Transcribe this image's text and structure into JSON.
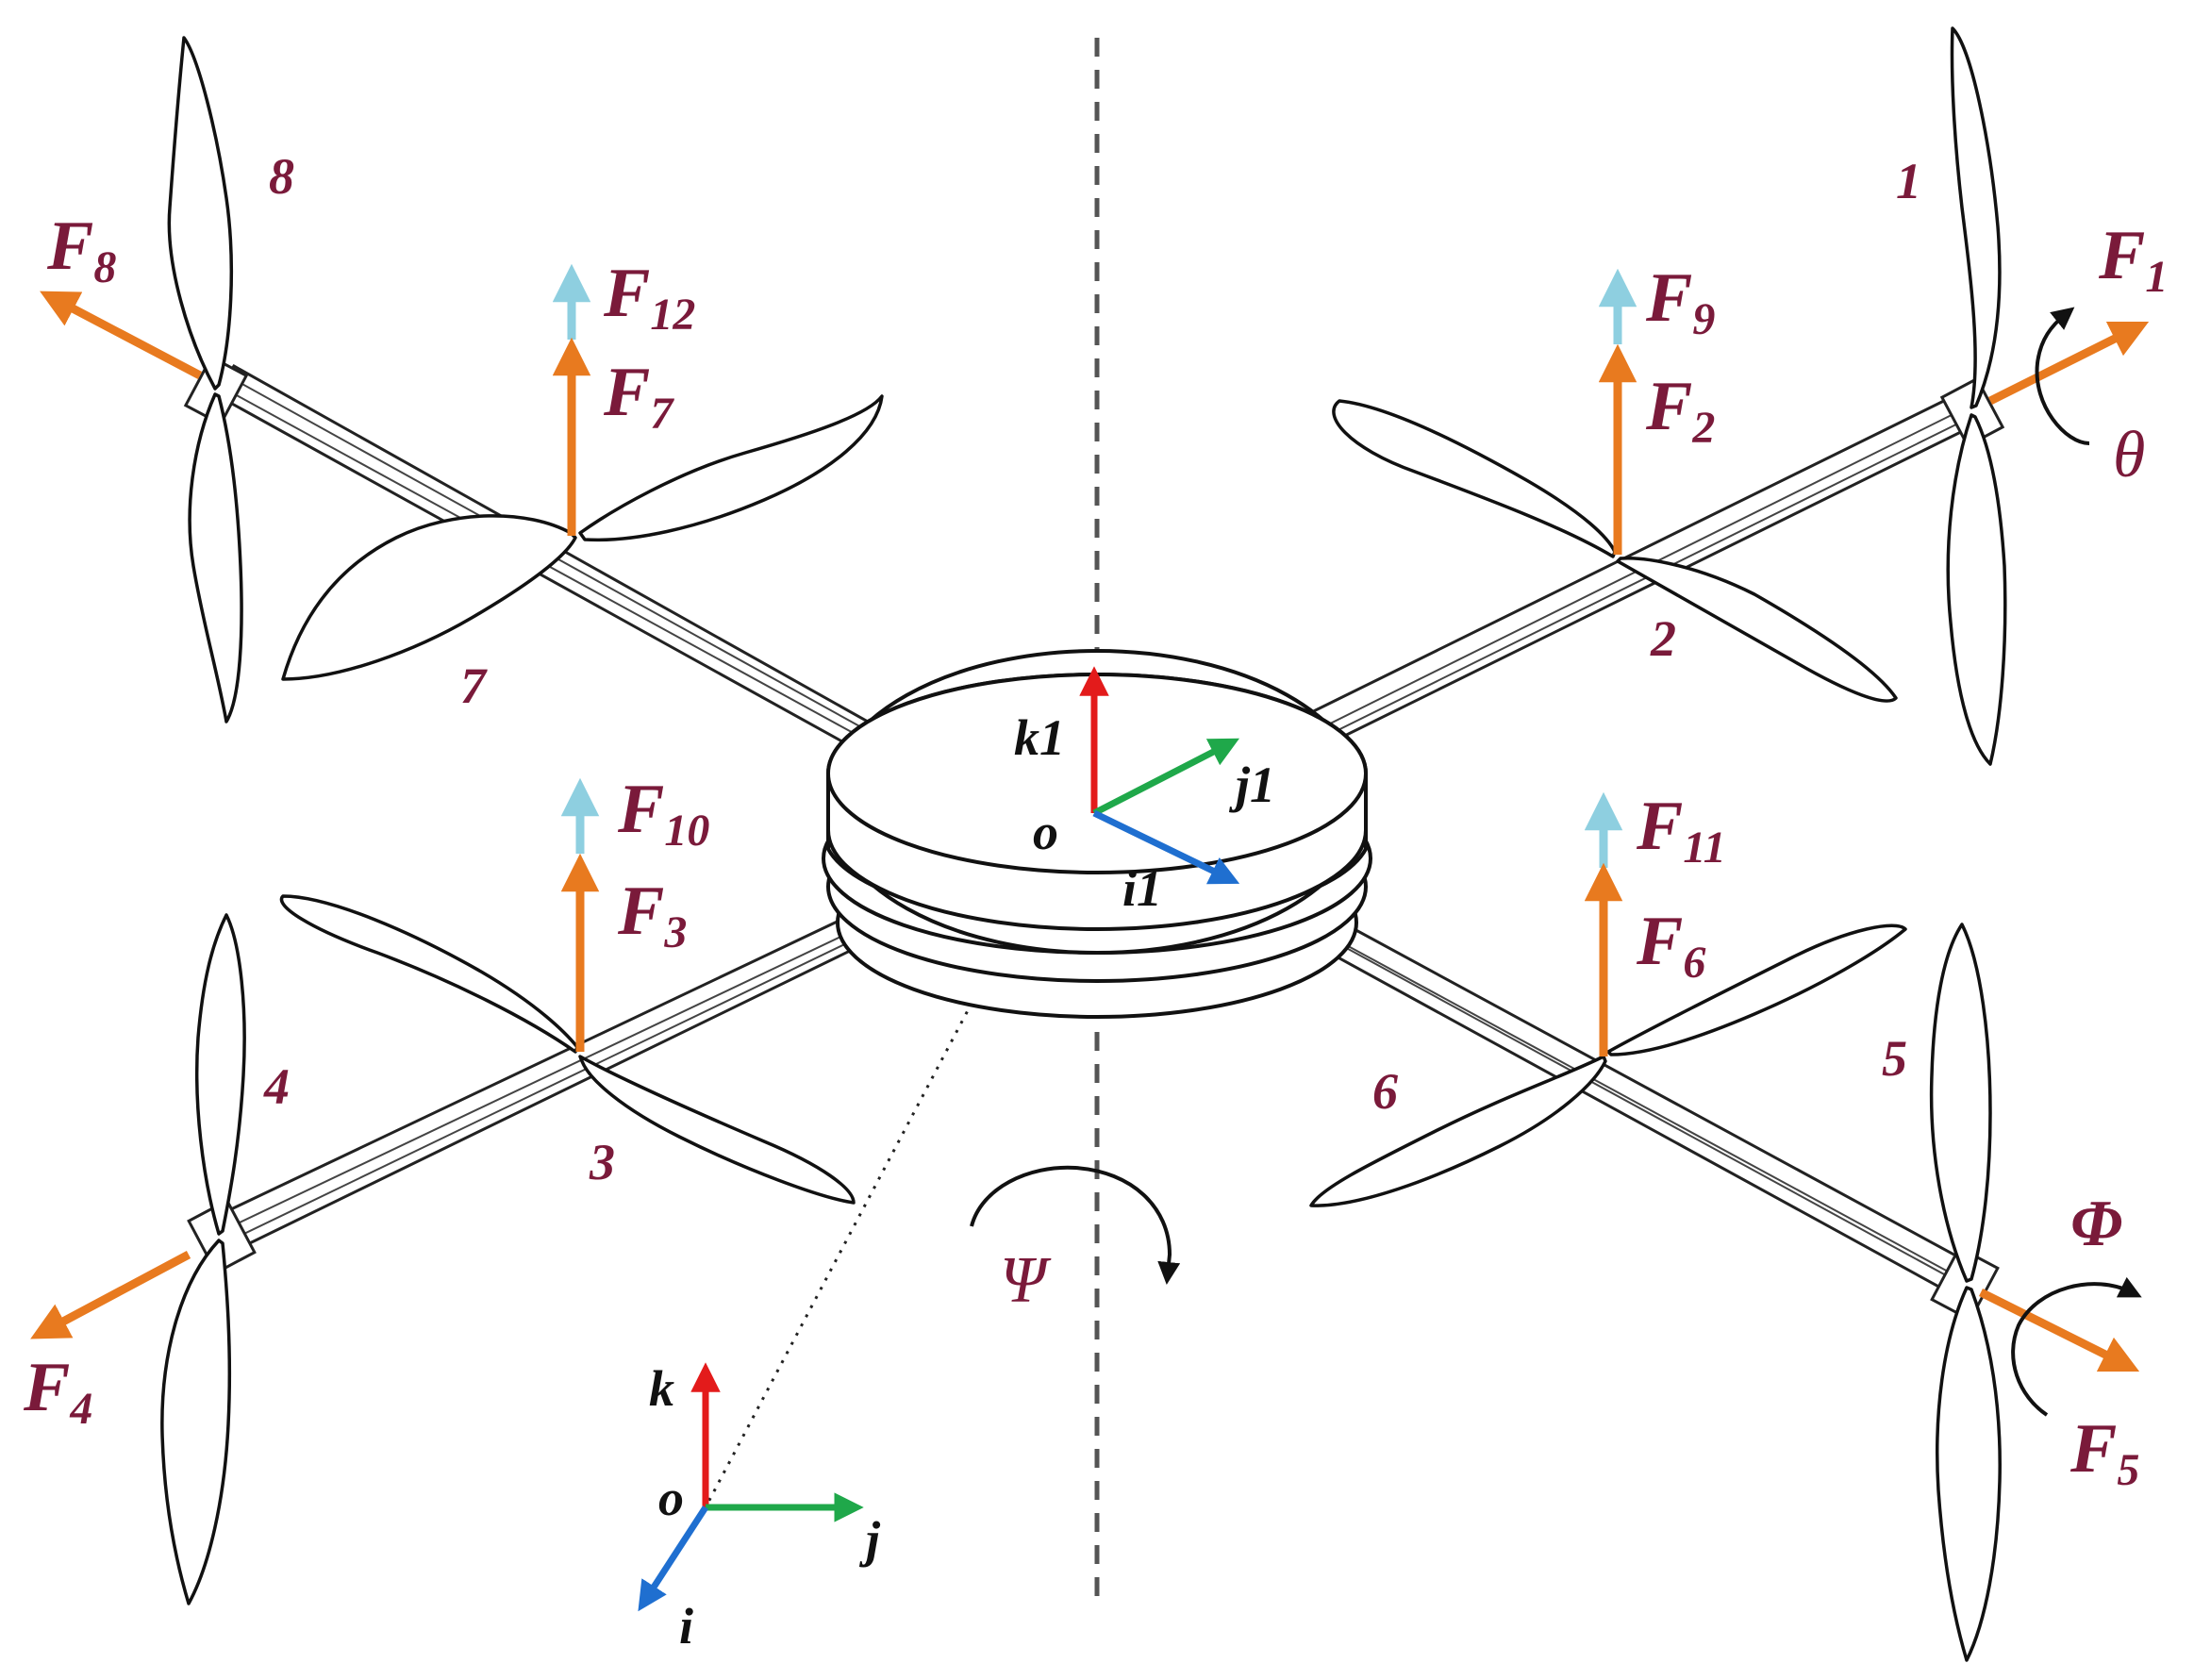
{
  "colors": {
    "label": "#7a1a3a",
    "thrust_orange": "#e87a1f",
    "thrust_lightblue": "#8ecfe0",
    "axis_i": "#1f6fd0",
    "axis_j": "#1fa84a",
    "axis_k": "#e31b1b",
    "outline": "#111111",
    "dashed_line": "#555555"
  },
  "forces": {
    "F1": {
      "base": "F",
      "sub": "1"
    },
    "F2": {
      "base": "F",
      "sub": "2"
    },
    "F3": {
      "base": "F",
      "sub": "3"
    },
    "F4": {
      "base": "F",
      "sub": "4"
    },
    "F5": {
      "base": "F",
      "sub": "5"
    },
    "F6": {
      "base": "F",
      "sub": "6"
    },
    "F7": {
      "base": "F",
      "sub": "7"
    },
    "F8": {
      "base": "F",
      "sub": "8"
    },
    "F9": {
      "base": "F",
      "sub": "9"
    },
    "F10": {
      "base": "F",
      "sub": "10"
    },
    "F11": {
      "base": "F",
      "sub": "11"
    },
    "F12": {
      "base": "F",
      "sub": "12"
    }
  },
  "rotor_numbers": {
    "r1": "1",
    "r2": "2",
    "r3": "3",
    "r4": "4",
    "r5": "5",
    "r6": "6",
    "r7": "7",
    "r8": "8"
  },
  "angles": {
    "theta": "θ",
    "phi": "Φ",
    "psi": "Ψ"
  },
  "body_frame": {
    "origin": "o",
    "i": "i1",
    "j": "j1",
    "k": "k1"
  },
  "inertial_frame": {
    "origin": "o",
    "i": "i",
    "j": "j",
    "k": "k"
  },
  "icons": [
    "propeller-blade-icon",
    "rotation-arrow-icon",
    "force-arrow-icon"
  ]
}
